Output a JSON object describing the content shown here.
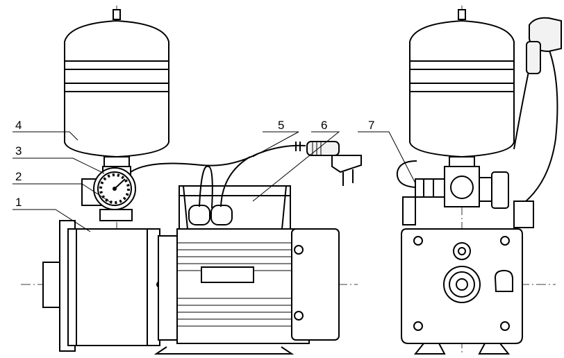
{
  "labels": [
    {
      "id": "1",
      "text": "1"
    },
    {
      "id": "2",
      "text": "2"
    },
    {
      "id": "3",
      "text": "3"
    },
    {
      "id": "4",
      "text": "4"
    },
    {
      "id": "5",
      "text": "5"
    },
    {
      "id": "6",
      "text": "6"
    },
    {
      "id": "7",
      "text": "7"
    }
  ],
  "colors": {
    "ink": "#000000",
    "paper": "#ffffff"
  }
}
